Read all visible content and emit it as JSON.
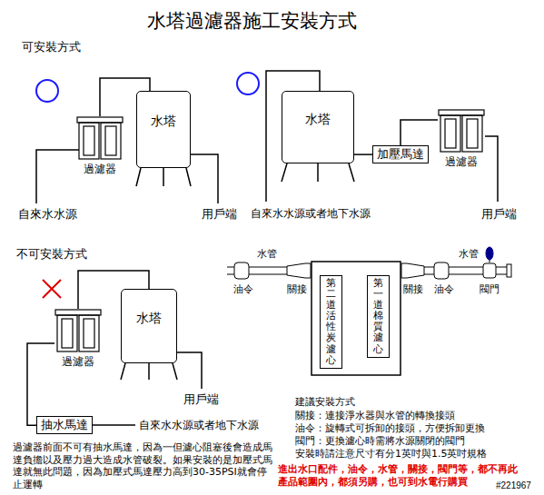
{
  "diagram": {
    "title": "水塔過濾器施工安裝方式",
    "nodes": [
      {
        "text": [
          "過濾器"
        ]
      },
      {
        "text": [
          "水塔"
        ]
      },
      {
        "text": [
          "水塔"
        ]
      },
      {
        "text": [
          "加壓馬達"
        ]
      },
      {
        "text": [
          "過濾器"
        ]
      },
      {
        "text": [
          "過濾器"
        ]
      },
      {
        "text": [
          "水塔"
        ]
      },
      {
        "text": [
          "抽水馬達"
        ]
      },
      {
        "text": [
          "第二道活性炭濾心"
        ]
      },
      {
        "text": [
          "第一道棉質濾心"
        ]
      }
    ],
    "edges": [
      {
        "from": 0,
        "to": 1,
        "arrow": "none"
      },
      {
        "from": 2,
        "to": 3,
        "arrow": "none"
      },
      {
        "from": 3,
        "to": 4,
        "arrow": "none"
      },
      {
        "from": 7,
        "to": 5,
        "arrow": "none"
      },
      {
        "from": 5,
        "to": 6,
        "arrow": "none"
      }
    ],
    "labels": [
      "可安裝方式",
      "自來水水源",
      "用戶端",
      "自來水水源或者地下水源",
      "用戶端",
      "不可安裝方式",
      "用戶端",
      "自來水水源或者地下水源",
      "過濾器前面不可有抽水馬達，因為一但濾心阻塞後會造成馬達負擔以及壓力過大造成水管破裂。如果安裝的是加壓式馬達就無此問題，因為加壓式馬達壓力高到30-35PSI就會停止運轉",
      "水管",
      "油令",
      "關接",
      "關接",
      "油令",
      "水管",
      "閥門",
      "建議安裝方式",
      "關接：連接淨水器與水管的轉換接頭",
      "油令：旋轉式可拆卸的接頭，方便拆卸更換",
      "閥門：更換濾心時需將水源關閉的閥門",
      "安裝時請注意尺寸有分1英吋與1.5英吋規格",
      "進出水口配件，油令，水管，關接，閥門等，都不再此產品範圍內，都須另購，也可到水電行購買",
      "#221967"
    ]
  }
}
